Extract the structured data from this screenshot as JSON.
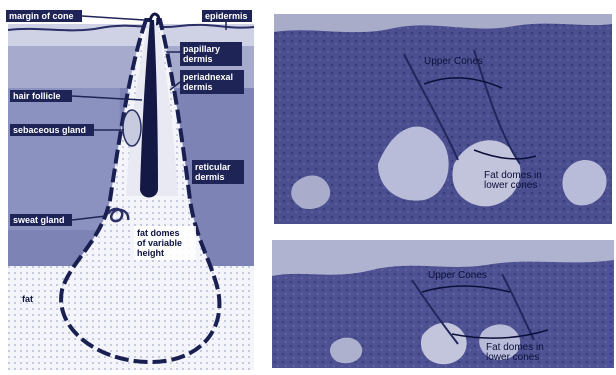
{
  "diagram": {
    "labels": {
      "margin_of_cone": "margin of cone",
      "epidermis": "epidermis",
      "papillary_dermis": "papillary dermis",
      "periadnexal_dermis": "periadnexal dermis",
      "hair_follicle": "hair follicle",
      "sebaceous_gland": "sebaceous gland",
      "reticular_dermis": "reticular dermis",
      "sweat_gland": "sweat gland",
      "fat_domes": "fat domes of variable height",
      "fat": "fat"
    }
  },
  "micrographs": [
    {
      "upper_cones": "Upper Cones",
      "fat_domes": "Fat domes in lower cones"
    },
    {
      "upper_cones": "Upper Cones",
      "fat_domes": "Fat domes in lower cones"
    }
  ]
}
